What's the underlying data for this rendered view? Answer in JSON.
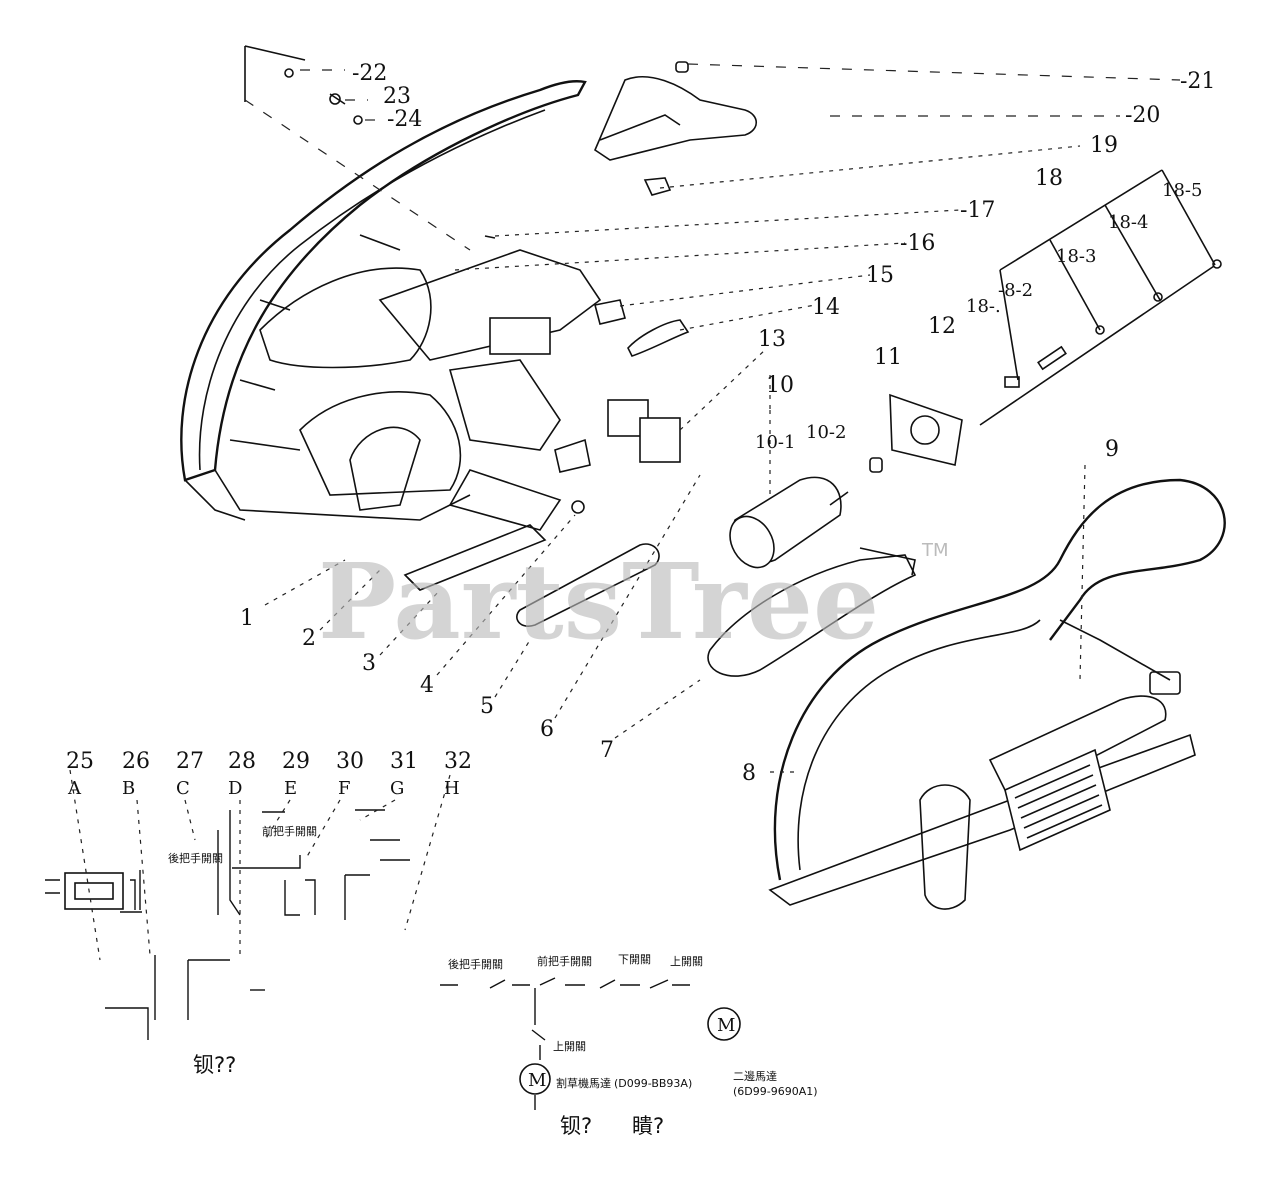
{
  "watermark": {
    "text": "PartsTree",
    "trademark": "TM"
  },
  "callouts": {
    "c1": "1",
    "c2": "2",
    "c3": "3",
    "c4": "4",
    "c5": "5",
    "c6": "6",
    "c7": "7",
    "c8": "8",
    "c9": "9",
    "c10": "10",
    "c10_1": "10-1",
    "c10_2": "10-2",
    "c11": "11",
    "c12": "12",
    "c13": "13",
    "c14": "14",
    "c15": "15",
    "c16": "-16",
    "c17": "-17",
    "c18": "18",
    "c18_1": "18-.",
    "c18_2": "-8-2",
    "c18_3": "18-3",
    "c18_4": "18-4",
    "c18_5": "18-5",
    "c19": "19",
    "c20": "-20",
    "c21": "-21",
    "c22": "-22",
    "c23": "23",
    "c24": "-24"
  },
  "legend": {
    "numbers": [
      "25",
      "26",
      "27",
      "28",
      "29",
      "30",
      "31",
      "32"
    ],
    "letters": [
      "A",
      "B",
      "C",
      "D",
      "E",
      "F",
      "G",
      "H"
    ],
    "label_rear": "後把手開關",
    "label_front": "前把手開關",
    "caption_left": "钡??"
  },
  "wiring": {
    "switch_rear": "後把手開關",
    "switch_front": "前把手開關",
    "switch_lower": "下開關",
    "switch_upper": "上開關",
    "switch_main": "上開關",
    "motor_symbol": "M",
    "motor_label": "割草機馬達",
    "motor_model": "(D099-BB93A)",
    "second_motor_label": "二邊馬達",
    "second_motor_model": "(6D99-9690A1)",
    "caption_a": "钡?",
    "caption_b": "瞶?"
  }
}
